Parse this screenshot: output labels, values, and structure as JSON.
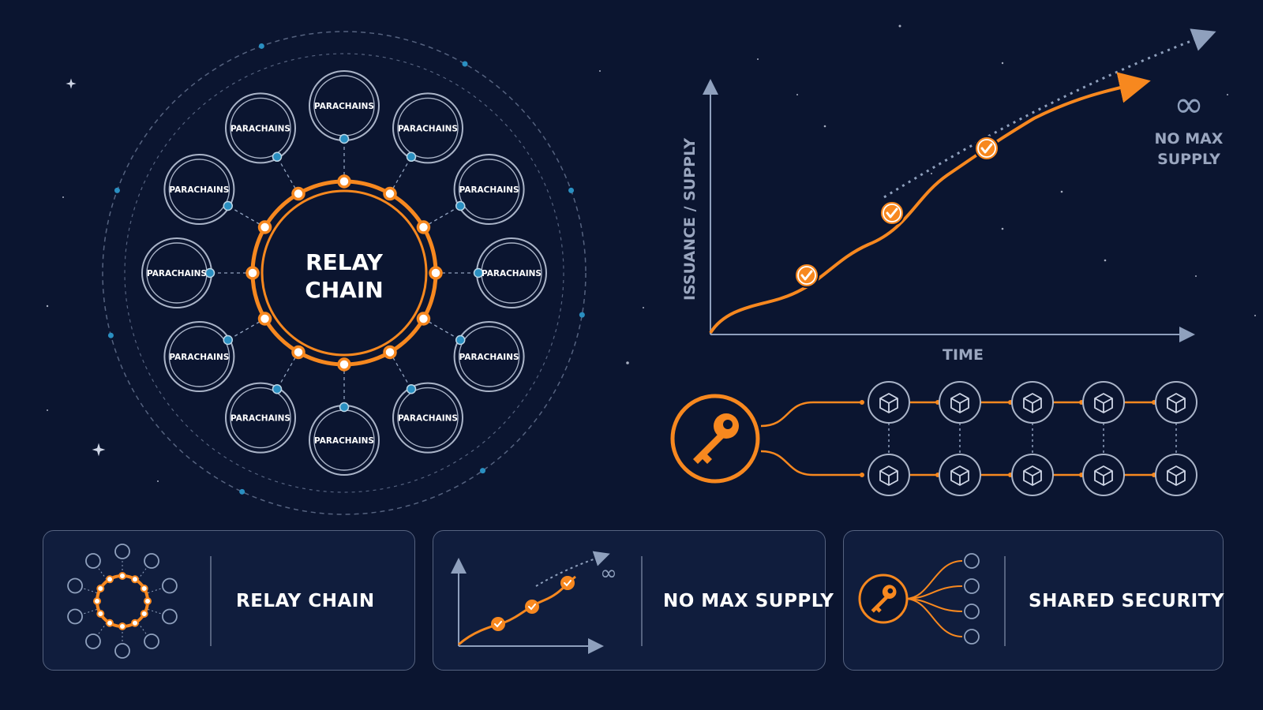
{
  "relay": {
    "center_line1": "RELAY",
    "center_line2": "CHAIN",
    "parachain_label": "PARACHAINS"
  },
  "supply_chart": {
    "y_axis_label": "ISSUANCE / SUPPLY",
    "x_axis_label": "TIME",
    "note_line1": "NO MAX",
    "note_line2": "SUPPLY",
    "infinity_symbol": "∞"
  },
  "security": {
    "key_icon": "key-icon",
    "block_icon": "cube-icon"
  },
  "cards": [
    {
      "label": "RELAY CHAIN",
      "icon": "relay-chain-icon"
    },
    {
      "label": "NO MAX SUPPLY",
      "icon": "supply-chart-icon"
    },
    {
      "label": "SHARED SECURITY",
      "icon": "shared-security-icon"
    }
  ],
  "colors": {
    "background": "#0b1530",
    "accent_orange": "#f7881f",
    "node_blue": "#2a8fc1",
    "line_gray": "#8fa0bd",
    "text_white": "#ffffff",
    "muted_text": "#9aa6bf"
  }
}
